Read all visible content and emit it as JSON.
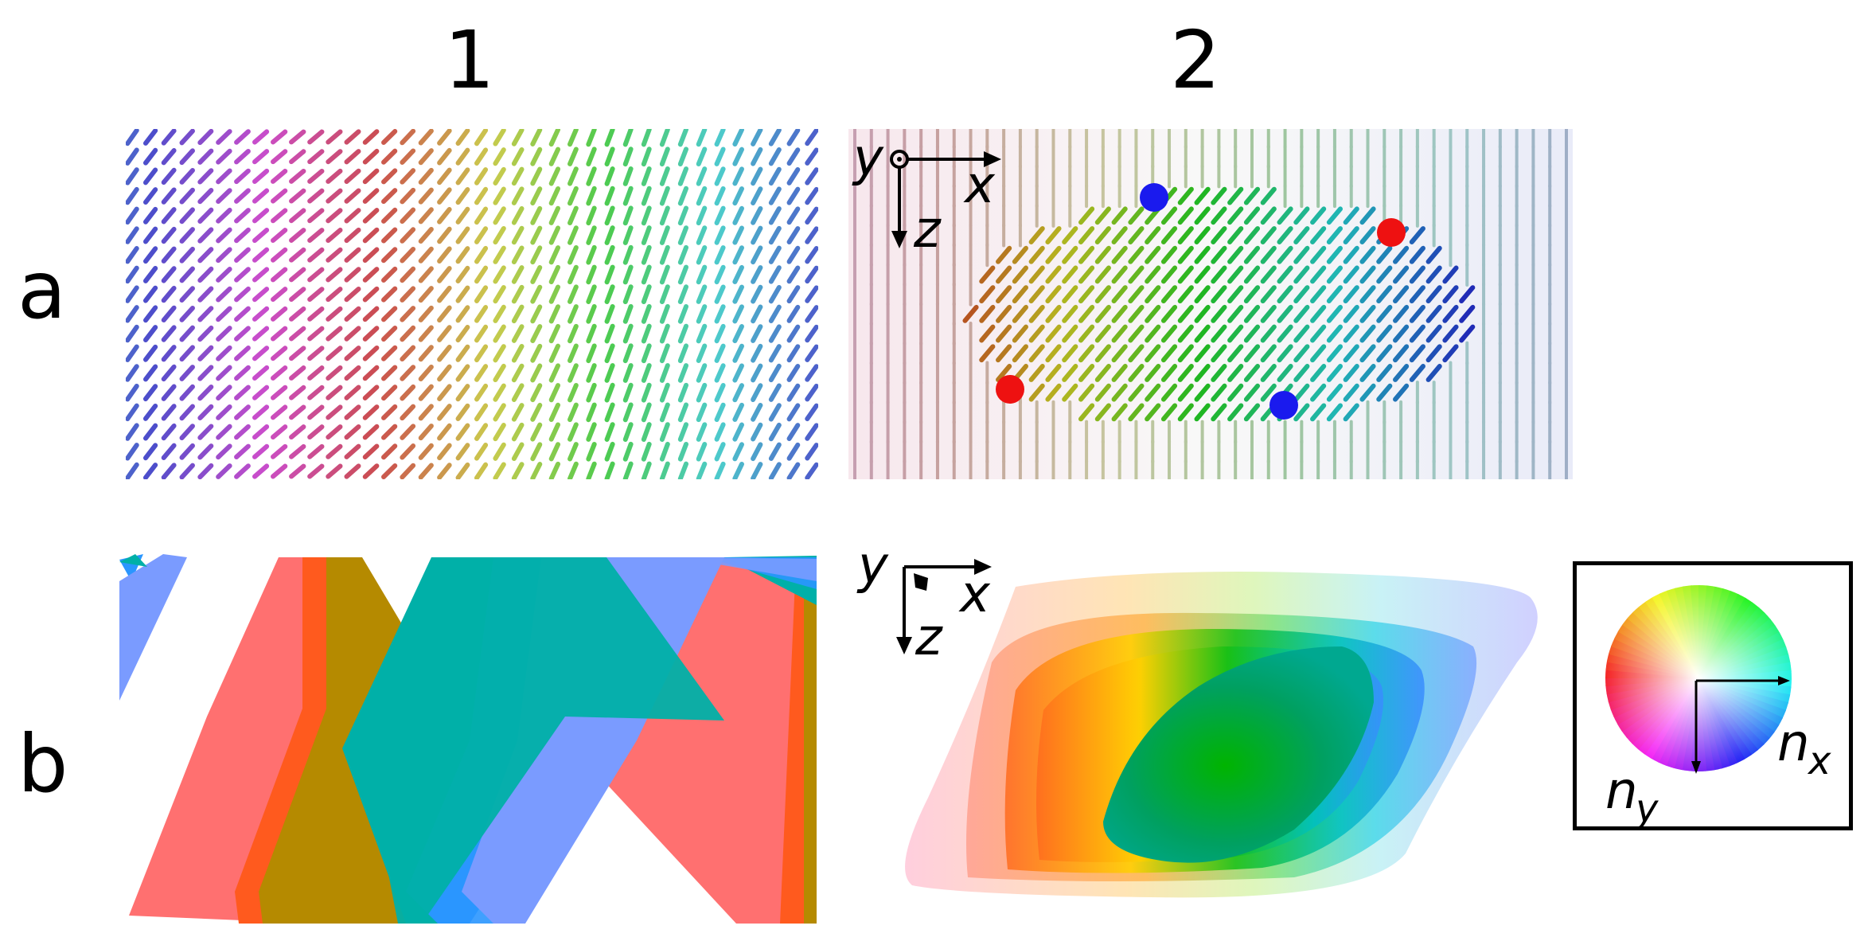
{
  "column_labels": [
    "1",
    "2"
  ],
  "row_labels": [
    "a",
    "b"
  ],
  "axes": {
    "x": "x",
    "y": "y",
    "z": "z"
  },
  "legend": {
    "x_label": "n",
    "x_sub": "x",
    "y_label": "n",
    "y_sub": "y"
  },
  "defects": {
    "positive_color": "#ee1111",
    "negative_color": "#1a1aee"
  },
  "layer_colors": [
    "#ff7070",
    "#ff5a1e",
    "#b58a00",
    "#00b0a8",
    "#2a96ff",
    "#7a9bff"
  ]
}
